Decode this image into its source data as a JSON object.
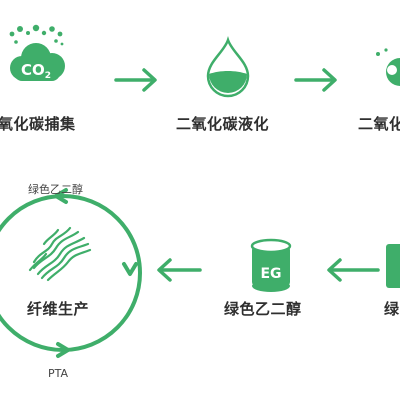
{
  "colors": {
    "green": "#3fae6a",
    "green_light": "#8fd3a7",
    "text": "#2f2f2f",
    "background": "#ffffff"
  },
  "process": {
    "step_capture": {
      "label": "氧化碳捕集",
      "icon": "co2-cloud-icon",
      "icon_text": "CO2"
    },
    "step_liquefy": {
      "label": "二氧化碳液化",
      "icon": "liquid-drop-icon"
    },
    "step_next": {
      "label": "二氧化",
      "icon": "partial-step-icon"
    },
    "step_eg": {
      "label": "绿色乙二醇",
      "icon": "eg-container-icon",
      "icon_text": "EG"
    },
    "step_partial_right": {
      "label": "绿"
    }
  },
  "cycle": {
    "center_label": "纤维生产",
    "center_icon": "fiber-waves-icon",
    "top_label": "绿色乙二醇",
    "bottom_label": "PTA"
  }
}
